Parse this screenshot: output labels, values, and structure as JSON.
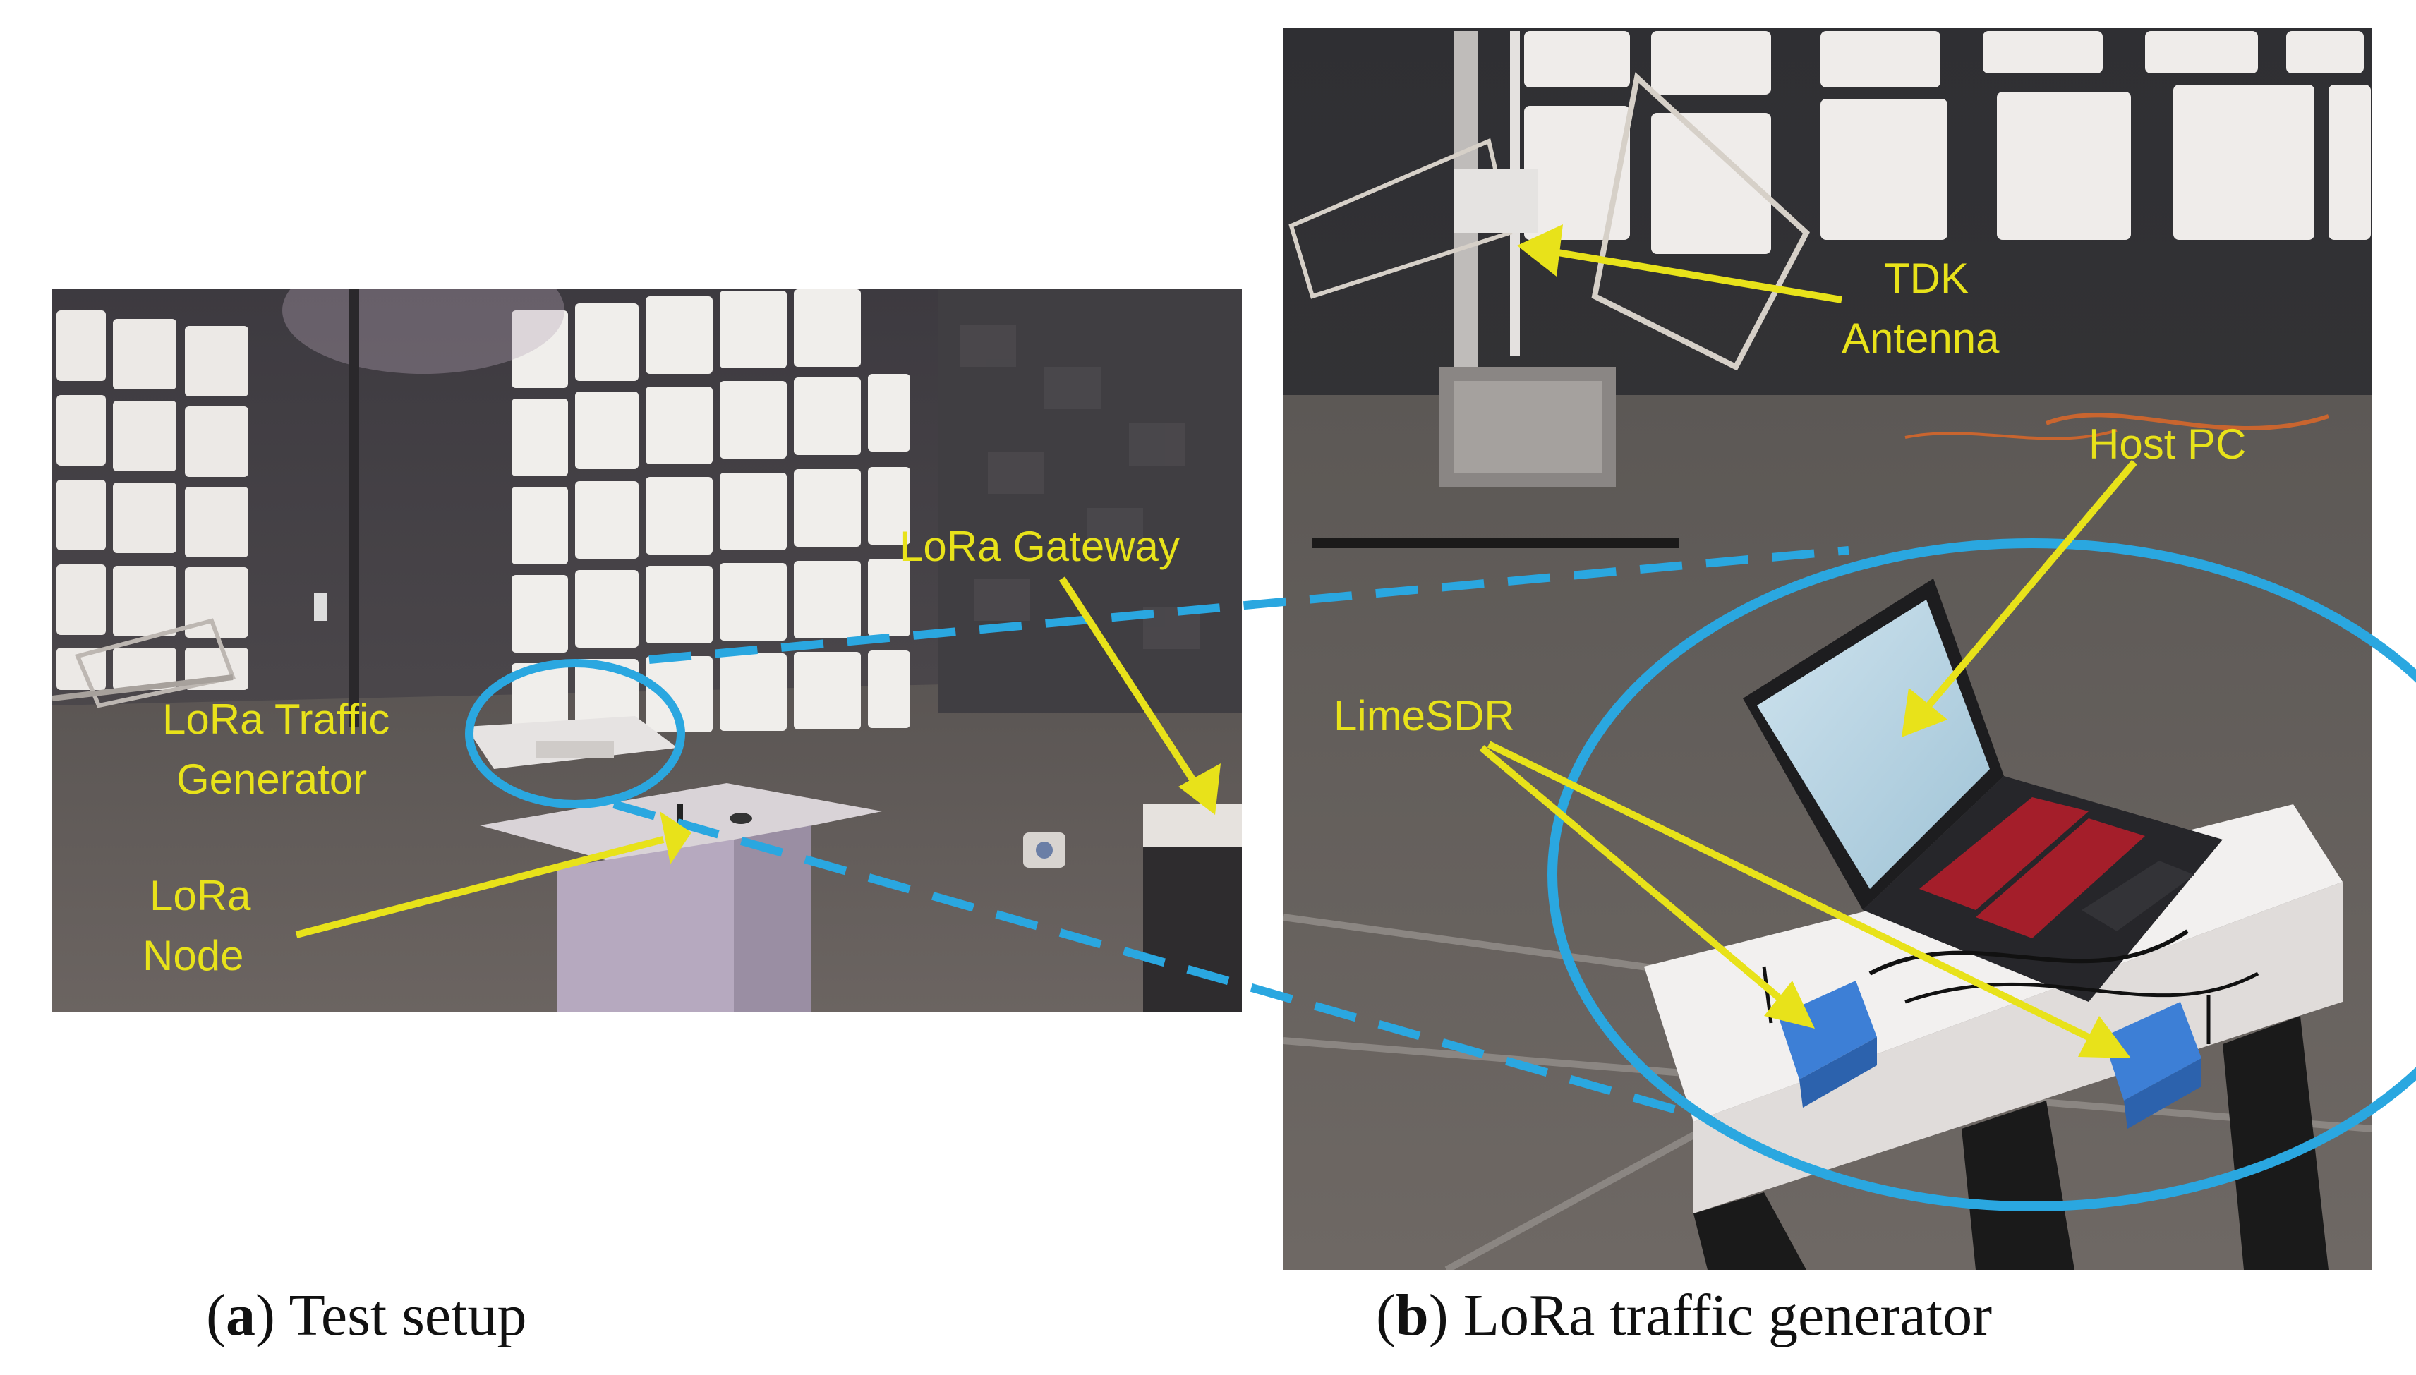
{
  "labels": {
    "tdk": "TDK",
    "antenna": "Antenna",
    "host_pc": "Host PC",
    "lora_gateway": "LoRa Gateway",
    "limesdr": "LimeSDR",
    "lora_traffic": "LoRa Traffic",
    "generator": "Generator",
    "lora": "LoRa",
    "node": "Node"
  },
  "captions": {
    "a_letter": "a",
    "a_text": " Test setup",
    "b_letter": "b",
    "b_text": " LoRa traffic generator"
  },
  "colors": {
    "label_yellow": "#e8e21a",
    "callout_blue": "#2aa7e0",
    "background": "#ffffff"
  }
}
